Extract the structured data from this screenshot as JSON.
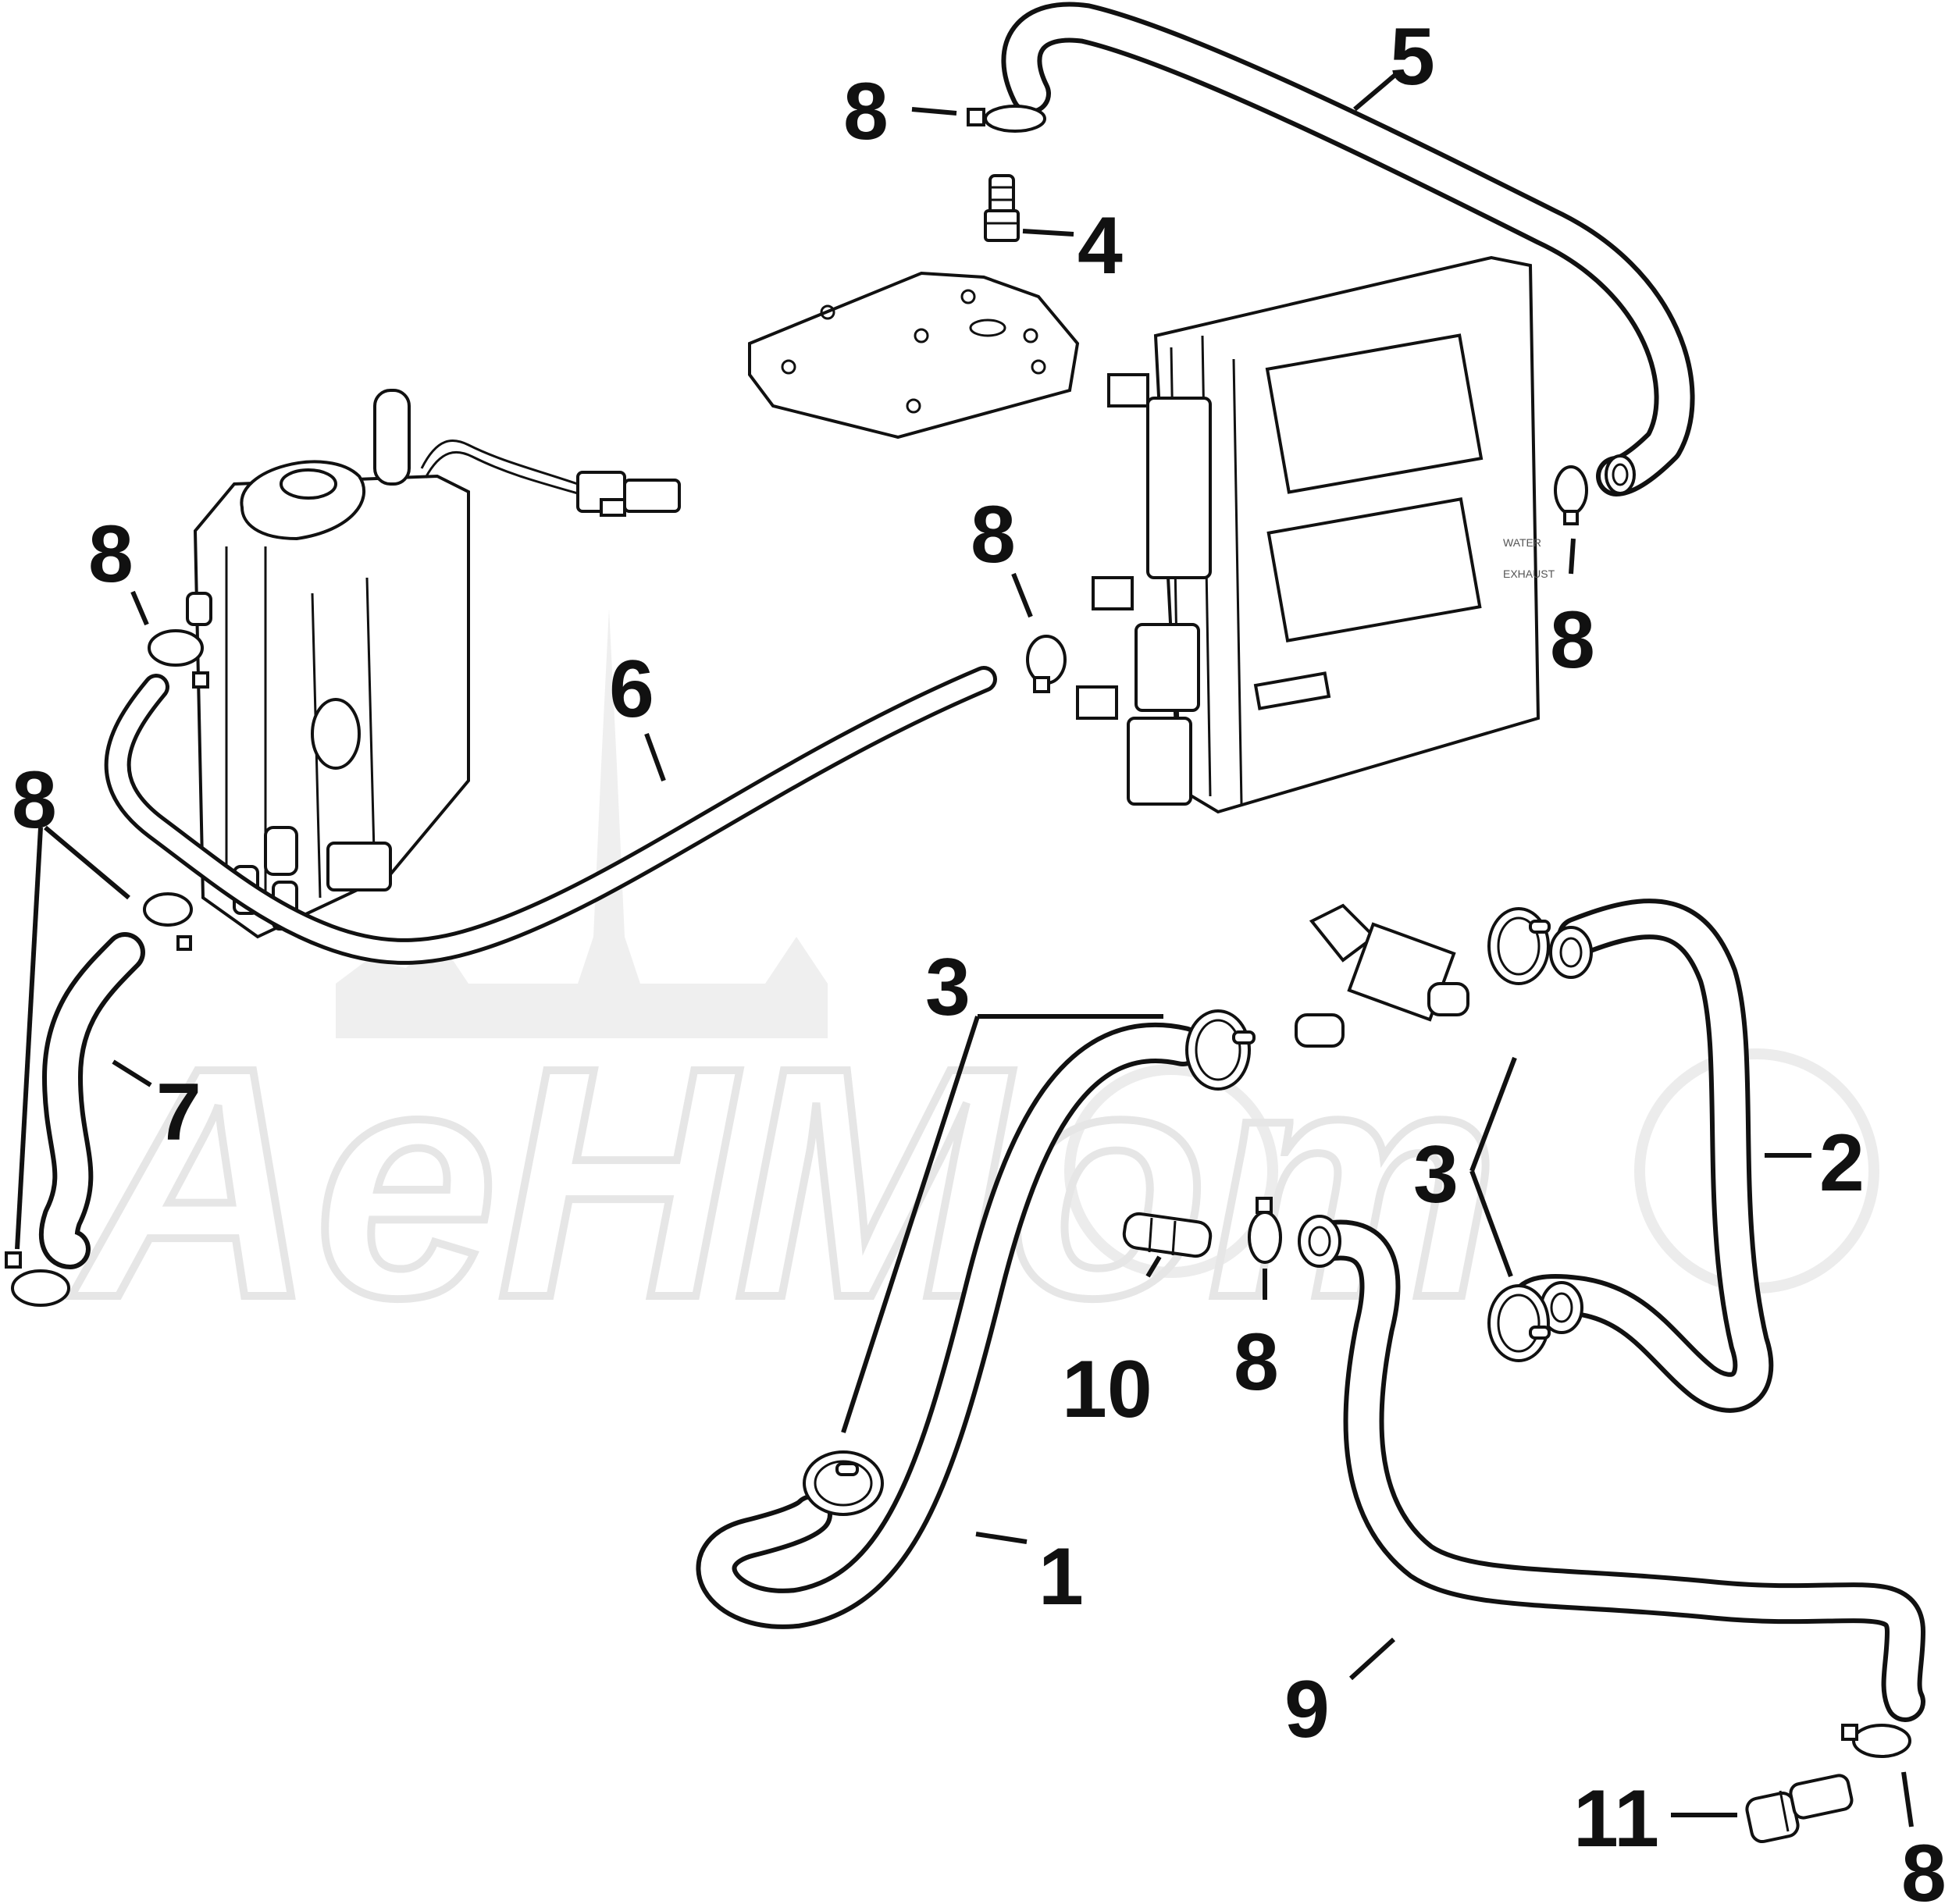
{
  "watermark": {
    "text": "AeHMom"
  },
  "callouts": [
    {
      "id": "c1",
      "label": "1"
    },
    {
      "id": "c2",
      "label": "2"
    },
    {
      "id": "c3a",
      "label": "3"
    },
    {
      "id": "c3b",
      "label": "3"
    },
    {
      "id": "c4",
      "label": "4"
    },
    {
      "id": "c5",
      "label": "5"
    },
    {
      "id": "c6",
      "label": "6"
    },
    {
      "id": "c7",
      "label": "7"
    },
    {
      "id": "c8a",
      "label": "8"
    },
    {
      "id": "c8b",
      "label": "8"
    },
    {
      "id": "c8c",
      "label": "8"
    },
    {
      "id": "c8d",
      "label": "8"
    },
    {
      "id": "c8e",
      "label": "8"
    },
    {
      "id": "c8f",
      "label": "8"
    },
    {
      "id": "c8g",
      "label": "8"
    },
    {
      "id": "c9",
      "label": "9"
    },
    {
      "id": "c10",
      "label": "10"
    },
    {
      "id": "c11",
      "label": "11"
    }
  ]
}
